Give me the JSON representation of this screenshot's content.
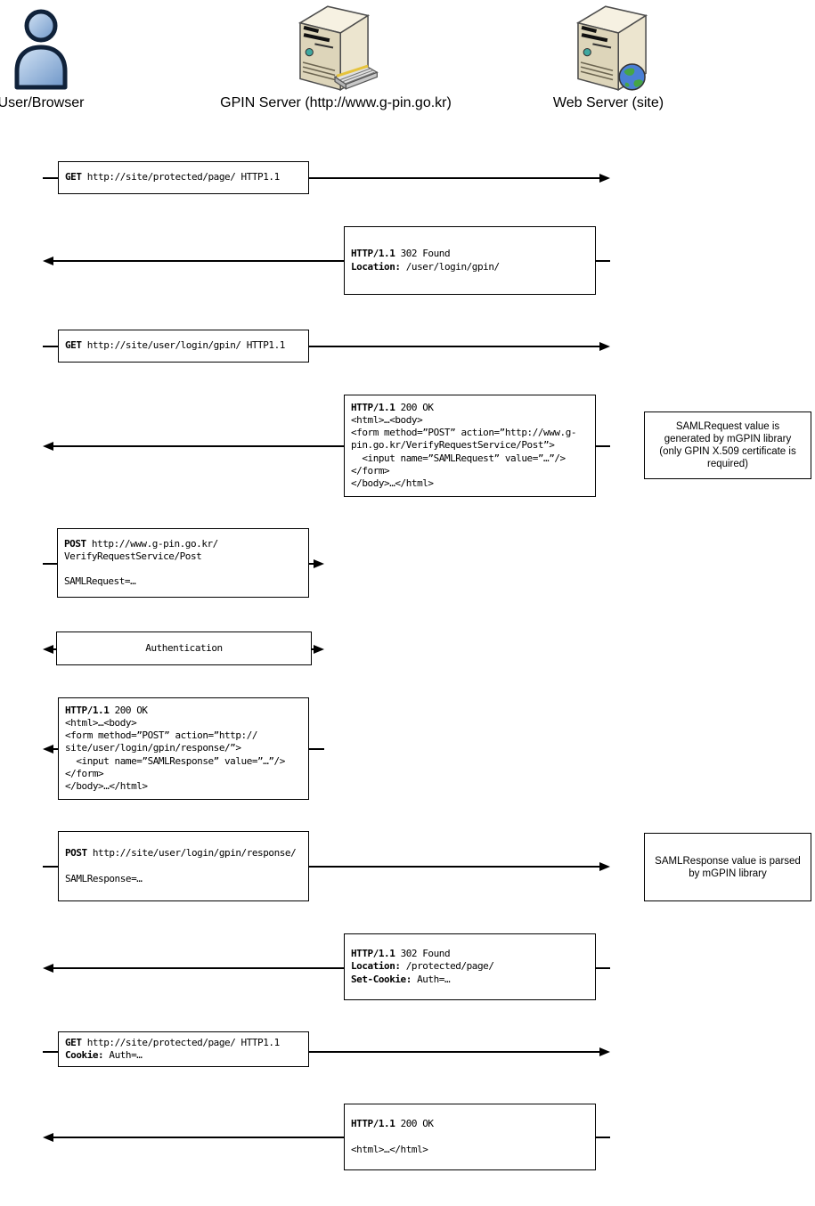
{
  "actors": {
    "user": {
      "label": "User/Browser"
    },
    "gpin": {
      "label": "GPIN Server (http://www.g-pin.go.kr)"
    },
    "web": {
      "label": "Web Server (site)"
    }
  },
  "icon_colors": {
    "person_blue": "#7ca3d4",
    "server_beige": "#ddd5ba",
    "led_teal": "#3fa8a0",
    "globe_blue": "#4a7fd4",
    "globe_green": "#46a546",
    "pencil_yellow": "#e6c33c"
  },
  "messages": {
    "m1": {
      "from": "user",
      "to": "web",
      "lines": [
        {
          "b": "GET",
          "t": " http://site/protected/page/ HTTP1.1"
        }
      ]
    },
    "m2": {
      "from": "web",
      "to": "user",
      "lines": [
        {
          "b": "HTTP/1.1",
          "t": " 302 Found"
        },
        {
          "b": "Location:",
          "t": " /user/login/gpin/"
        }
      ]
    },
    "m3": {
      "from": "user",
      "to": "web",
      "lines": [
        {
          "b": "GET",
          "t": " http://site/user/login/gpin/ HTTP1.1"
        }
      ]
    },
    "m4": {
      "from": "web",
      "to": "user",
      "lines": [
        {
          "b": "HTTP/1.1",
          "t": " 200 OK"
        },
        {
          "t": "<html>…<body>"
        },
        {
          "t": "<form method=”POST” action=”http://www.g-"
        },
        {
          "t": "pin.go.kr/VerifyRequestService/Post”>"
        },
        {
          "t": "  <input name=”SAMLRequest” value=”…”/>"
        },
        {
          "t": "</form>"
        },
        {
          "t": "</body>…</html>"
        }
      ]
    },
    "m5": {
      "from": "user",
      "to": "gpin",
      "lines": [
        {
          "b": "POST",
          "t": " http://www.g-pin.go.kr/"
        },
        {
          "t": "VerifyRequestService/Post"
        },
        {
          "t": ""
        },
        {
          "t": "SAMLRequest=…"
        }
      ]
    },
    "m6": {
      "from": "user",
      "to": "gpin",
      "bidirectional": true,
      "lines": [
        {
          "t": "Authentication"
        }
      ]
    },
    "m7": {
      "from": "gpin",
      "to": "user",
      "lines": [
        {
          "b": "HTTP/1.1",
          "t": " 200 OK"
        },
        {
          "t": "<html>…<body>"
        },
        {
          "t": "<form method=”POST” action=”http://"
        },
        {
          "t": "site/user/login/gpin/response/”>"
        },
        {
          "t": "  <input name=”SAMLResponse” value=”…”/>"
        },
        {
          "t": "</form>"
        },
        {
          "t": "</body>…</html>"
        }
      ]
    },
    "m8": {
      "from": "user",
      "to": "web",
      "lines": [
        {
          "b": "POST",
          "t": " http://site/user/login/gpin/response/"
        },
        {
          "t": ""
        },
        {
          "t": "SAMLResponse=…"
        }
      ]
    },
    "m9": {
      "from": "web",
      "to": "user",
      "lines": [
        {
          "b": "HTTP/1.1",
          "t": " 302 Found"
        },
        {
          "b": "Location:",
          "t": " /protected/page/"
        },
        {
          "b": "Set-Cookie:",
          "t": " Auth=…"
        }
      ]
    },
    "m10": {
      "from": "user",
      "to": "web",
      "lines": [
        {
          "b": "GET",
          "t": " http://site/protected/page/ HTTP1.1"
        },
        {
          "b": "Cookie:",
          "t": " Auth=…"
        }
      ]
    },
    "m11": {
      "from": "web",
      "to": "user",
      "lines": [
        {
          "b": "HTTP/1.1",
          "t": " 200 OK"
        },
        {
          "t": ""
        },
        {
          "t": "<html>…</html>"
        }
      ]
    }
  },
  "notes": {
    "n1": {
      "text": "SAMLRequest value is generated by mGPIN library (only GPIN X.509 certificate is required)"
    },
    "n2": {
      "text": "SAMLResponse value is parsed by mGPIN library"
    }
  }
}
